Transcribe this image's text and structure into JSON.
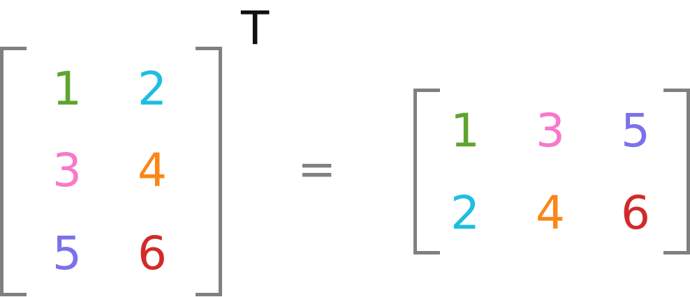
{
  "left_matrix": {
    "rows": [
      [
        {
          "v": "1",
          "color": "#5fa52e"
        },
        {
          "v": "2",
          "color": "#1ebee4"
        }
      ],
      [
        {
          "v": "3",
          "color": "#f978c9"
        },
        {
          "v": "4",
          "color": "#fb8617"
        }
      ],
      [
        {
          "v": "5",
          "color": "#7b72ea"
        },
        {
          "v": "6",
          "color": "#d22a2a"
        }
      ]
    ],
    "superscript": "T"
  },
  "operator": "=",
  "right_matrix": {
    "rows": [
      [
        {
          "v": "1",
          "color": "#5fa52e"
        },
        {
          "v": "3",
          "color": "#f978c9"
        },
        {
          "v": "5",
          "color": "#7b72ea"
        }
      ],
      [
        {
          "v": "2",
          "color": "#1ebee4"
        },
        {
          "v": "4",
          "color": "#fb8617"
        },
        {
          "v": "6",
          "color": "#d22a2a"
        }
      ]
    ]
  },
  "colors": {
    "bracket": "#808080",
    "text": "#111111"
  }
}
